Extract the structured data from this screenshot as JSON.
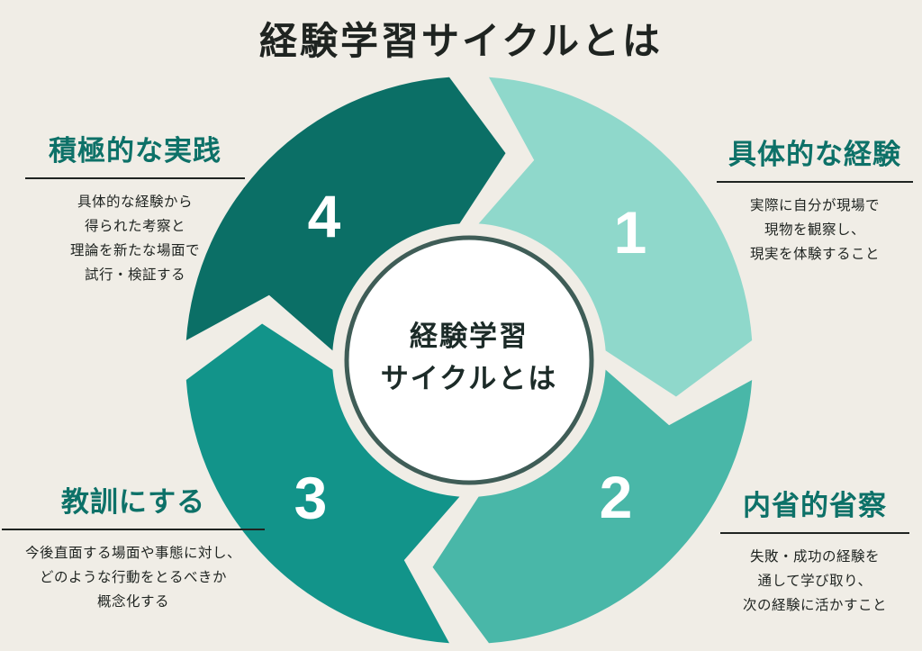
{
  "title": "経験学習サイクルとは",
  "center": {
    "line1": "経験学習",
    "line2": "サイクルとは"
  },
  "colors": {
    "background": "#f0ede6",
    "title_text": "#1f2421",
    "heading_text": "#0d7168",
    "body_text": "#1f2421",
    "number_text": "#ffffff",
    "ring": "#3f5d57",
    "segment1": "#8fd8cb",
    "segment2": "#49b7a8",
    "segment3": "#12948a",
    "segment4": "#0b6f66"
  },
  "segments": [
    {
      "number": "1",
      "color": "#8fd8cb",
      "heading": "具体的な経験",
      "desc": "実際に自分が現場で\n現物を観察し、\n現実を体験すること"
    },
    {
      "number": "2",
      "color": "#49b7a8",
      "heading": "内省的省察",
      "desc": "失敗・成功の経験を\n通して学び取り、\n次の経験に活かすこと"
    },
    {
      "number": "3",
      "color": "#12948a",
      "heading": "教訓にする",
      "desc": "今後直面する場面や事態に対し、\nどのような行動をとるべきか\n概念化する"
    },
    {
      "number": "4",
      "color": "#0b6f66",
      "heading": "積極的な実践",
      "desc": "具体的な経験から\n得られた考察と\n理論を新たな場面で\n試行・検証する"
    }
  ]
}
